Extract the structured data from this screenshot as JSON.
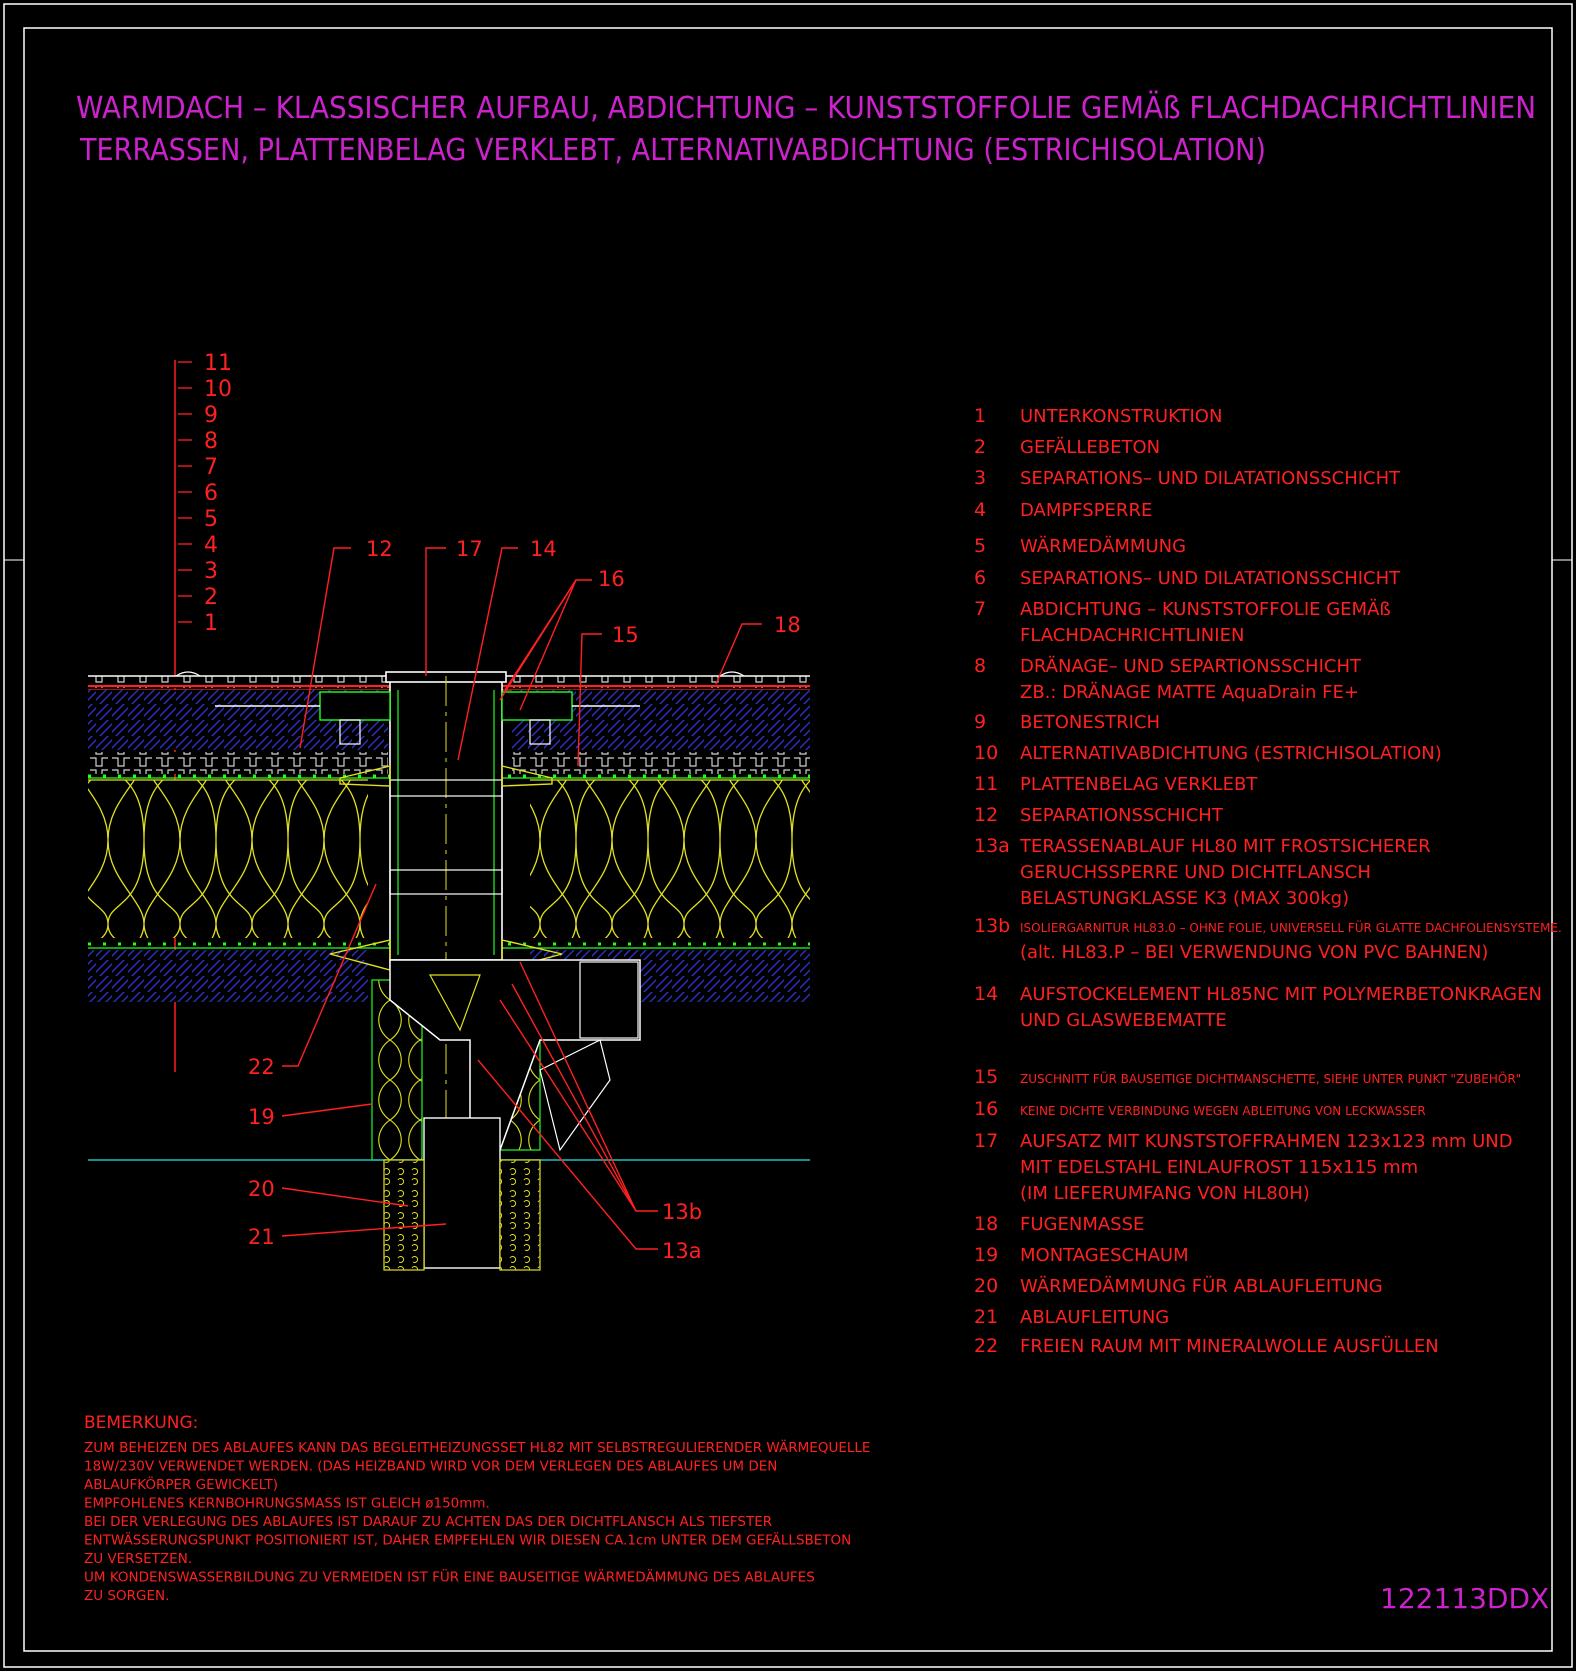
{
  "title": {
    "line1": "WARMDACH – KLASSISCHER AUFBAU, ABDICHTUNG – KUNSTSTOFFOLIE GEMÄß FLACHDACHRICHTLINIEN",
    "line2": "TERRASSEN, PLATTENBELAG VERKLEBT, ALTERNATIVABDICHTUNG (ESTRICHISOLATION)"
  },
  "drawing_number": "122113DDX",
  "scale_labels": [
    "11",
    "10",
    "9",
    "8",
    "7",
    "6",
    "5",
    "4",
    "3",
    "2",
    "1"
  ],
  "callouts": {
    "c12": "12",
    "c17": "17",
    "c14": "14",
    "c16": "16",
    "c15": "15",
    "c18": "18",
    "c22": "22",
    "c19": "19",
    "c20": "20",
    "c21": "21",
    "c13b": "13b",
    "c13a": "13a"
  },
  "legend": [
    {
      "num": "1",
      "lines": [
        "UNTERKONSTRUKTION"
      ]
    },
    {
      "num": "2",
      "lines": [
        "GEFÄLLEBETON"
      ]
    },
    {
      "num": "3",
      "lines": [
        "SEPARATIONS– UND DILATATIONSSCHICHT"
      ]
    },
    {
      "num": "4",
      "lines": [
        "DAMPFSPERRE"
      ]
    },
    {
      "num": "5",
      "lines": [
        "WÄRMEDÄMMUNG"
      ]
    },
    {
      "num": "6",
      "lines": [
        "SEPARATIONS– UND DILATATIONSSCHICHT"
      ]
    },
    {
      "num": "7",
      "lines": [
        "ABDICHTUNG – KUNSTSTOFFOLIE GEMÄß",
        "FLACHDACHRICHTLINIEN"
      ]
    },
    {
      "num": "8",
      "lines": [
        "DRÄNAGE– UND SEPARTIONSSCHICHT",
        "ZB.: DRÄNAGE MATTE AquaDrain FE+"
      ]
    },
    {
      "num": "9",
      "lines": [
        "BETONESTRICH"
      ]
    },
    {
      "num": "10",
      "lines": [
        "ALTERNATIVABDICHTUNG (ESTRICHISOLATION)"
      ]
    },
    {
      "num": "11",
      "lines": [
        "PLATTENBELAG VERKLEBT"
      ]
    },
    {
      "num": "12",
      "lines": [
        "SEPARATIONSSCHICHT"
      ]
    },
    {
      "num": "13a",
      "lines": [
        "TERASSENABLAUF HL80 MIT FROSTSICHERER",
        "GERUCHSSPERRE UND DICHTFLANSCH",
        "BELASTUNGKLASSE K3 (MAX 300kg)"
      ]
    },
    {
      "num": "13b",
      "lines": [
        "ISOLIERGARNITUR HL83.0 – OHNE FOLIE, UNIVERSELL FÜR GLATTE DACHFOLIENSYSTEME.",
        "(alt. HL83.P – BEI VERWENDUNG VON PVC BAHNEN)"
      ]
    },
    {
      "num": "14",
      "lines": [
        "AUFSTOCKELEMENT HL85NC MIT POLYMERBETONKRAGEN",
        "UND GLASWEBEMATTE"
      ]
    },
    {
      "num": "15",
      "lines": [
        "ZUSCHNITT FÜR BAUSEITIGE DICHTMANSCHETTE, SIEHE UNTER PUNKT \"ZUBEHÖR\""
      ]
    },
    {
      "num": "16",
      "lines": [
        "KEINE DICHTE VERBINDUNG WEGEN ABLEITUNG VON LECKWASSER"
      ]
    },
    {
      "num": "17",
      "lines": [
        "AUFSATZ MIT KUNSTSTOFFRAHMEN 123x123 mm UND",
        "MIT EDELSTAHL EINLAUFROST 115x115 mm",
        "(IM LIEFERUMFANG VON HL80H)"
      ]
    },
    {
      "num": "18",
      "lines": [
        "FUGENMASSE"
      ]
    },
    {
      "num": "19",
      "lines": [
        "MONTAGESCHAUM"
      ]
    },
    {
      "num": "20",
      "lines": [
        "WÄRMEDÄMMUNG FÜR ABLAUFLEITUNG"
      ]
    },
    {
      "num": "21",
      "lines": [
        "ABLAUFLEITUNG"
      ]
    },
    {
      "num": "22",
      "lines": [
        "FREIEN RAUM MIT MINERALWOLLE AUSFÜLLEN"
      ]
    }
  ],
  "remark": {
    "heading": "BEMERKUNG:",
    "lines": [
      "ZUM BEHEIZEN DES ABLAUFES KANN DAS BEGLEITHEIZUNGSSET HL82 MIT SELBSTREGULIERENDER WÄRMEQUELLE",
      "18W/230V VERWENDET WERDEN. (DAS HEIZBAND WIRD VOR DEM VERLEGEN DES ABLAUFES UM DEN",
      "ABLAUFKÖRPER GEWICKELT)",
      "EMPFOHLENES KERNBOHRUNGSMASS IST GLEICH ø150mm.",
      "BEI DER VERLEGUNG DES ABLAUFES IST DARAUF ZU ACHTEN DAS DER DICHTFLANSCH ALS TIEFSTER",
      "ENTWÄSSERUNGSPUNKT POSITIONIERT IST, DAHER EMPFEHLEN WIR DIESEN CA.1cm UNTER DEM GEFÄLLSBETON",
      "ZU VERSETZEN.",
      "UM KONDENSWASSERBILDUNG ZU VERMEIDEN IST FÜR EINE BAUSEITIGE WÄRMEDÄMMUNG DES ABLAUFES",
      "ZU SORGEN."
    ]
  },
  "colors": {
    "background": "#000000",
    "frame": "#ffffff",
    "title": "#cc22cc",
    "annotation": "#ff2020",
    "insulation": "#e0e020",
    "concrete": "#2222aa",
    "membrane": "#20ff20",
    "ground": "#20c0c0"
  }
}
